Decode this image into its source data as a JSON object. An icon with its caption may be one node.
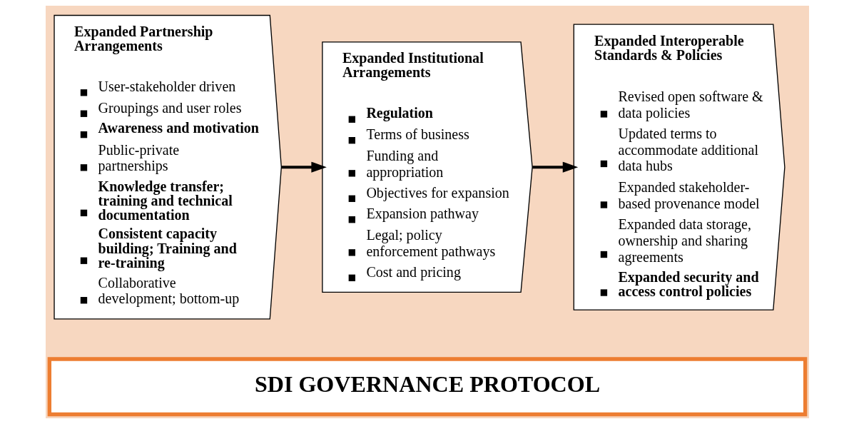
{
  "diagram": {
    "nodes": [
      {
        "text": [
          "Expanded Partnership Arrangements",
          "User-stakeholder driven",
          "Groupings and user roles",
          "Awareness and motivation",
          "Public-private partnerships",
          "Knowledge transfer; training and technical documentation",
          "Consistent capacity building; Training and re-training",
          "Collaborative development; bottom-up"
        ]
      },
      {
        "text": [
          "Expanded Institutional Arrangements",
          "Regulation",
          "Terms of business",
          "Funding and appropriation",
          "Objectives for expansion",
          "Expansion pathway",
          "Legal; policy enforcement pathways",
          "Cost and pricing"
        ]
      },
      {
        "text": [
          "Expanded Interoperable Standards & Policies",
          "Revised open software & data policies",
          "Updated terms to accommodate additional data hubs",
          "Expanded stakeholder-based provenance model",
          "Expanded data storage, ownership and sharing agreements",
          "Expanded security and access control policies"
        ]
      },
      {
        "text": [
          "SDI GOVERNANCE PROTOCOL"
        ]
      }
    ],
    "edges": [
      {
        "from": 0,
        "to": 1,
        "arrow": "to"
      },
      {
        "from": 1,
        "to": 2,
        "arrow": "to"
      }
    ]
  }
}
